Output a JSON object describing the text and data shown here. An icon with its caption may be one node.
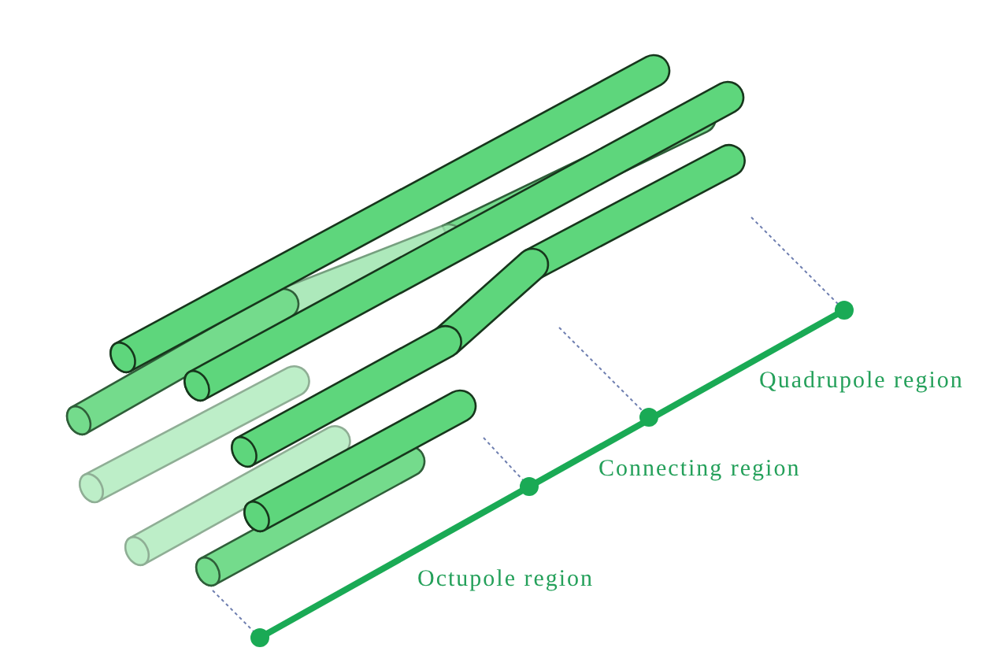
{
  "diagram": {
    "labels": [
      "Quadrupole region",
      "Connecting region",
      "Octupole region"
    ]
  }
}
